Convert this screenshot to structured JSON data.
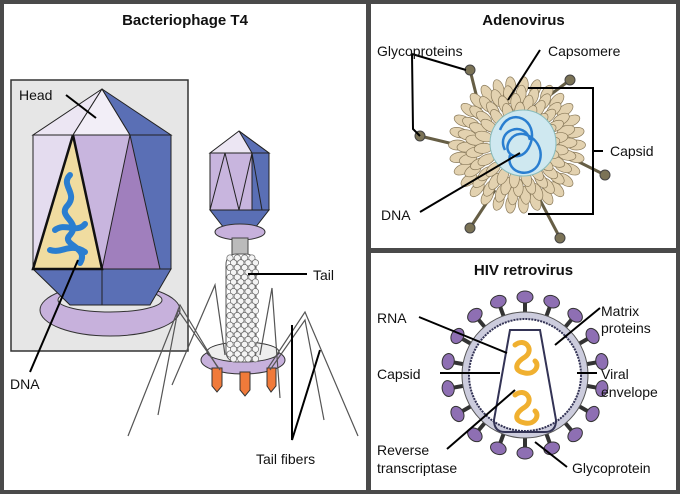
{
  "panels": {
    "t4": {
      "title": "Bacteriophage T4",
      "labels": {
        "head": "Head",
        "dna": "DNA",
        "tail": "Tail",
        "tail_fibers": "Tail fibers"
      }
    },
    "adeno": {
      "title": "Adenovirus",
      "labels": {
        "glycoproteins": "Glycoproteins",
        "capsomere": "Capsomere",
        "capsid": "Capsid",
        "dna": "DNA"
      }
    },
    "hiv": {
      "title": "HIV retrovirus",
      "labels": {
        "rna": "RNA",
        "matrix_1": "Matrix",
        "matrix_2": "proteins",
        "capsid": "Capsid",
        "viral_1": "Viral",
        "viral_2": "envelope",
        "rt_1": "Reverse",
        "rt_2": "transcriptase",
        "glycoprotein": "Glycoprotein"
      }
    }
  },
  "colors": {
    "border": "#4a4a4a",
    "head_light": "#e4dcef",
    "head_mid": "#b7a3d3",
    "head_dark": "#5a6fb5",
    "head_violet": "#a07fbd",
    "collar": "#c7b1dc",
    "dna_blue": "#2a7ed0",
    "dna_bg": "#f0dca0",
    "capsomere": "#e3d2b0",
    "glyco": "#7b7356",
    "hiv_knob": "#8e6fb3",
    "hiv_rna": "#f0b030",
    "orange": "#f07a3a"
  }
}
